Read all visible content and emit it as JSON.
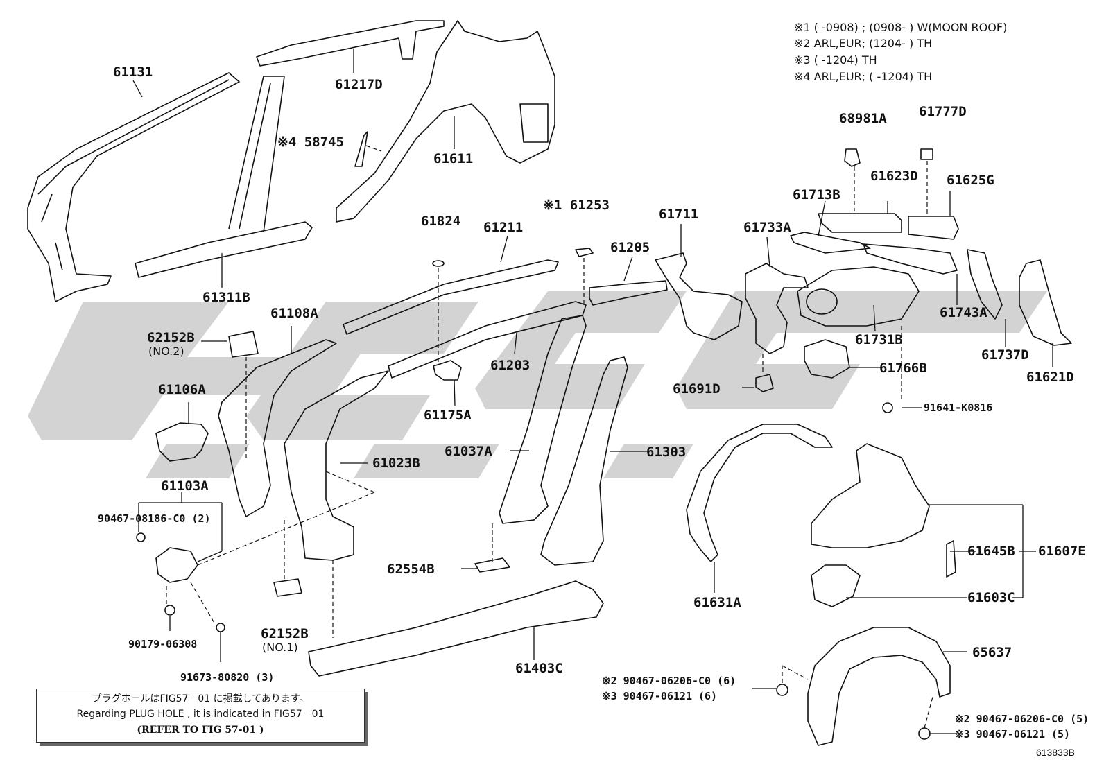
{
  "legend": [
    "※1 (      -0908) ; (0908-      ) W(MOON ROOF)",
    "※2 ARL,EUR; (1204-      ) TH",
    "※3 (      -1204) TH",
    "※4 ARL,EUR; (      -1204) TH"
  ],
  "parts": {
    "p61131": "61131",
    "p61217D": "61217D",
    "p58745": "※4 58745",
    "p61611": "61611",
    "p68981A": "68981A",
    "p61777D": "61777D",
    "p61623D": "61623D",
    "p61625G": "61625G",
    "p61713B": "61713B",
    "p61311B": "61311B",
    "p61824": "61824",
    "p61211": "61211",
    "p61253": "※1 61253",
    "p61711": "61711",
    "p61205": "61205",
    "p61733A": "61733A",
    "p61108A": "61108A",
    "p62152B_top": "62152B",
    "p62152B_top_sub": "(NO.2)",
    "p61743A": "61743A",
    "p61731B": "61731B",
    "p61203": "61203",
    "p61737D": "61737D",
    "p61106A": "61106A",
    "p61766B": "61766B",
    "p61621D": "61621D",
    "p61691D": "61691D",
    "p61175A": "61175A",
    "p91641": "91641-K0816",
    "p61023B": "61023B",
    "p61037A": "61037A",
    "p61303": "61303",
    "p61103A": "61103A",
    "p90467_08186": "90467-08186-C0 (2)",
    "p61645B": "61645B",
    "p61607E": "61607E",
    "p62554B": "62554B",
    "p61603C": "61603C",
    "p61631A": "61631A",
    "p62152B_bot": "62152B",
    "p62152B_bot_sub": "(NO.1)",
    "p90179": "90179-06308",
    "p61403C": "61403C",
    "p65637": "65637",
    "p91673": "91673-80820 (3)",
    "p90467_06206_6": "※2 90467-06206-C0 (6)",
    "p90467_06121_6": "※3 90467-06121 (6)",
    "p90467_06206_5": "※2 90467-06206-C0 (5)",
    "p90467_06121_5": "※3 90467-06121 (5)"
  },
  "note": {
    "line1": "プラグホールはFIG57－01 に掲載してあります。",
    "line2": "Regarding  PLUG HOLE , it is indicated in  FIG57－01",
    "line3": "(REFER TO FIG 57-01 )"
  },
  "diagram_code": "613833B",
  "watermark_color": "#d0d0d0"
}
